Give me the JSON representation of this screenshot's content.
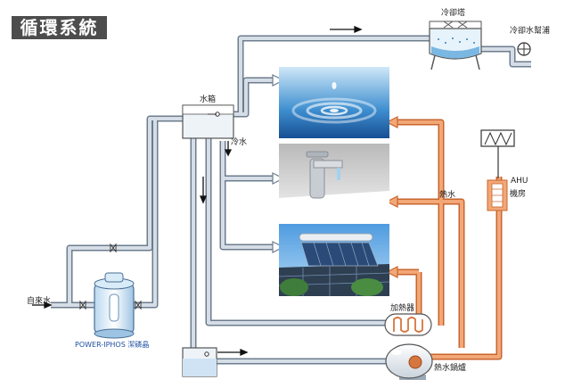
{
  "title": "循環系統",
  "labels": {
    "cooling_tower": "冷卻塔",
    "cooling_pump": "冷卻水幫浦",
    "water_tank": "水箱",
    "cold_water": "冷水",
    "hot_water": "熱水",
    "ahu_line1": "AHU",
    "ahu_line2": "機房",
    "heater": "加熱器",
    "boiler": "熱水鍋爐",
    "tap_water": "自來水",
    "filter": "POWER-IPHOS 潔磷晶"
  },
  "colors": {
    "cold_pipe": "#d5dde6",
    "cold_pipe_edge": "#6d7c8d",
    "hot_pipe": "#f2a777",
    "hot_pipe_edge": "#c8652e",
    "title_bg": "#4d4d4d",
    "filter_label": "#1f4fa0"
  },
  "icons": {
    "flow": "arrow-right-icon",
    "valve": "valve-icon",
    "ahu_coil": "coil-icon"
  }
}
